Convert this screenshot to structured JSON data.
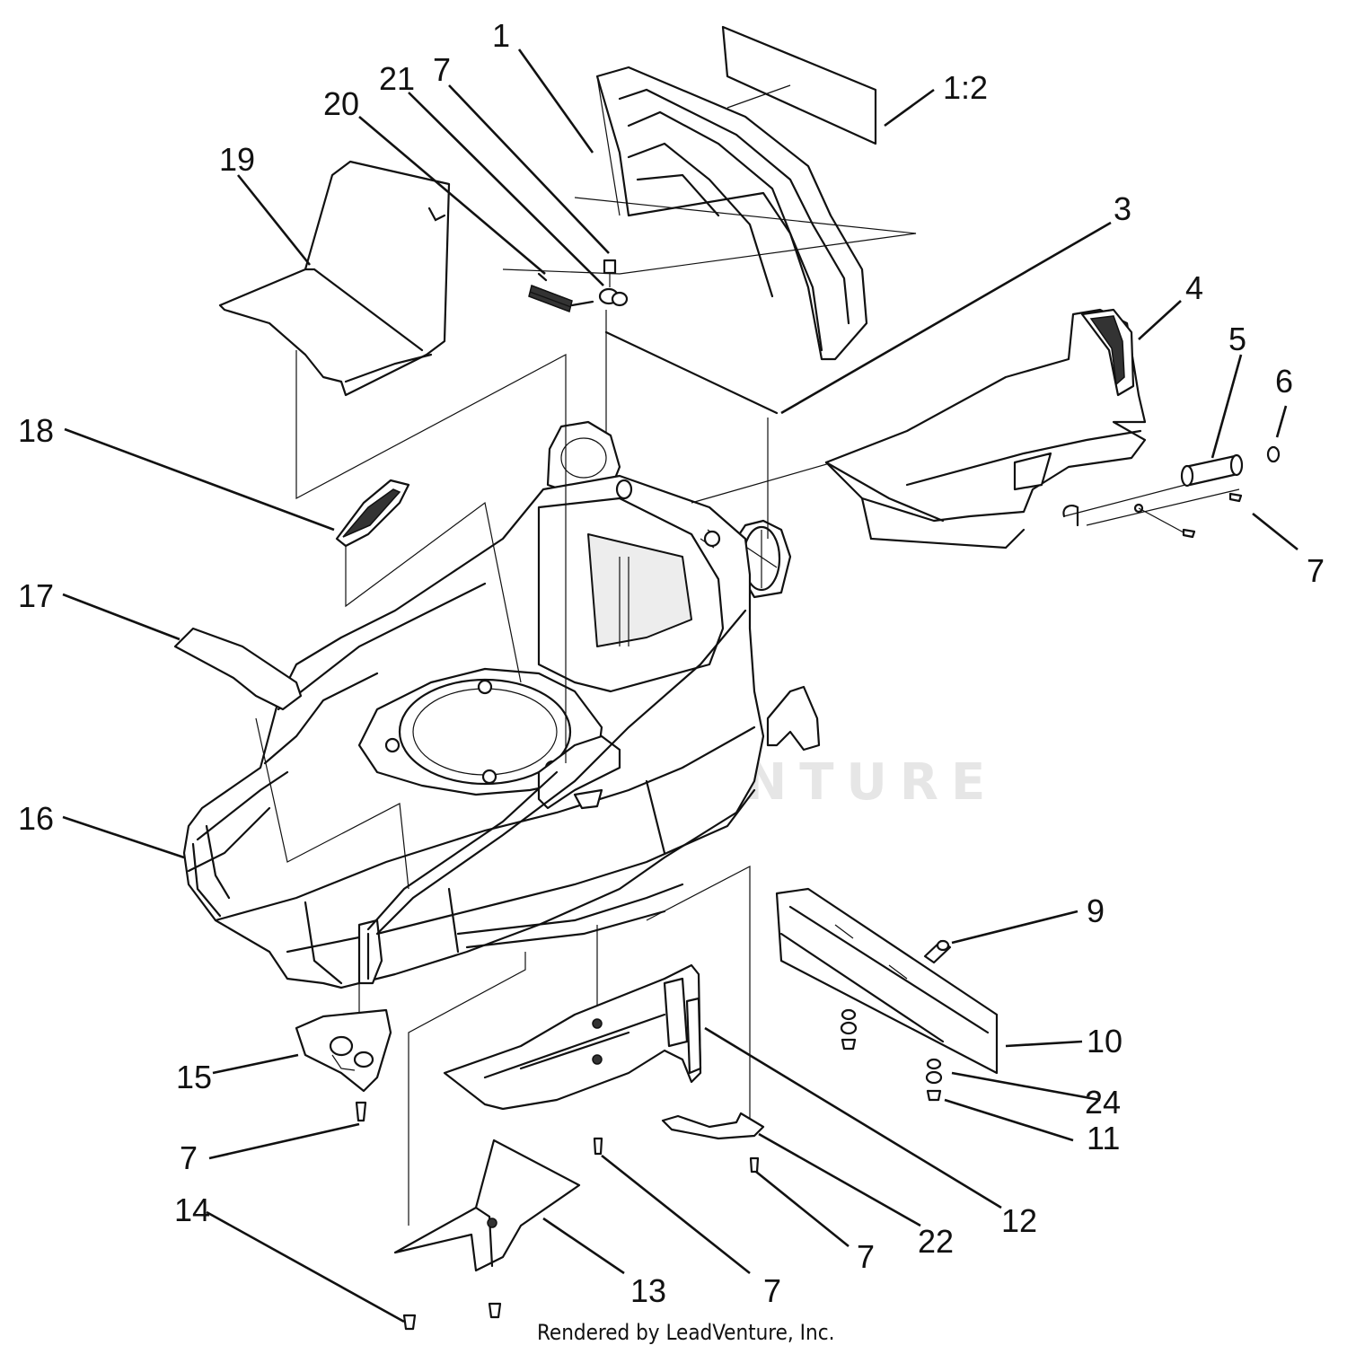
{
  "callouts": [
    {
      "text": "1"
    },
    {
      "text": "1:2"
    },
    {
      "text": "21"
    },
    {
      "text": "7"
    },
    {
      "text": "20"
    },
    {
      "text": "19"
    },
    {
      "text": "3"
    },
    {
      "text": "4"
    },
    {
      "text": "5"
    },
    {
      "text": "6"
    },
    {
      "text": "18"
    },
    {
      "text": "7"
    },
    {
      "text": "17"
    },
    {
      "text": "16"
    },
    {
      "text": "9"
    },
    {
      "text": "10"
    },
    {
      "text": "24"
    },
    {
      "text": "11"
    },
    {
      "text": "15"
    },
    {
      "text": "7"
    },
    {
      "text": "14"
    },
    {
      "text": "13"
    },
    {
      "text": "7"
    },
    {
      "text": "7"
    },
    {
      "text": "22"
    },
    {
      "text": "12"
    }
  ],
  "watermark": "LEADVENTURE",
  "footer": "Rendered by LeadVenture, Inc."
}
